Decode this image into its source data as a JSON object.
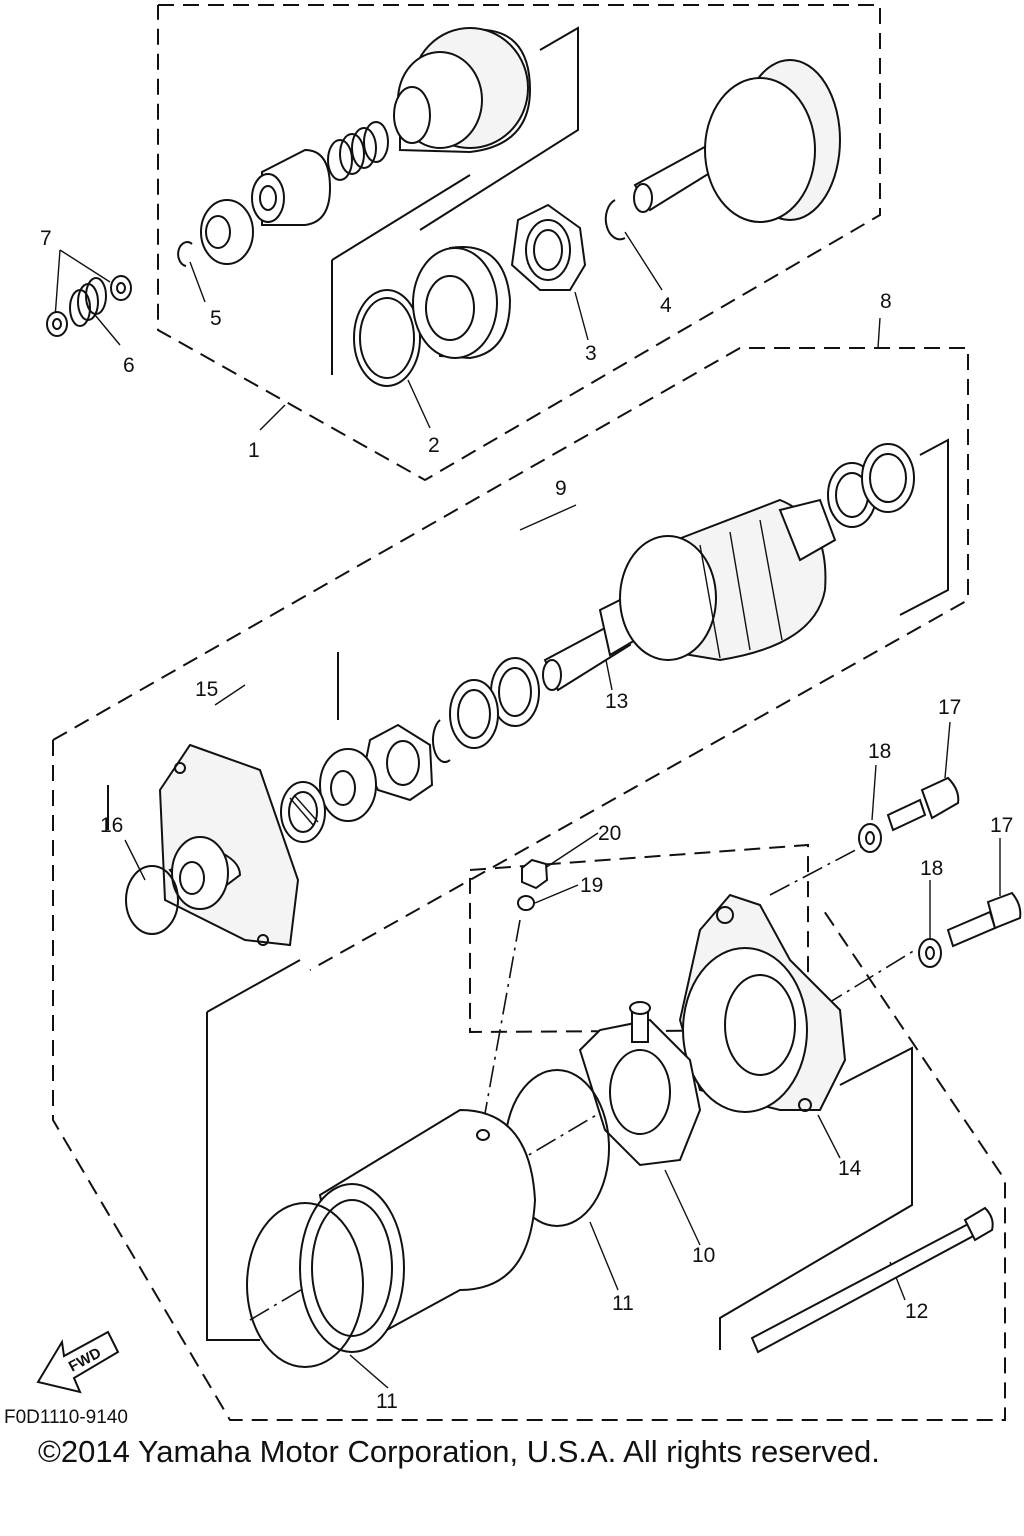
{
  "diagram": {
    "part_labels": [
      "1",
      "2",
      "3",
      "4",
      "5",
      "6",
      "7",
      "8",
      "9",
      "10",
      "11",
      "11",
      "12",
      "13",
      "14",
      "15",
      "16",
      "17",
      "17",
      "18",
      "18",
      "19",
      "20"
    ],
    "drawing_code": "F0D1110-9140",
    "copyright": "©2014 Yamaha Motor Corporation, U.S.A. All rights reserved.",
    "direction_label": "FWD"
  }
}
